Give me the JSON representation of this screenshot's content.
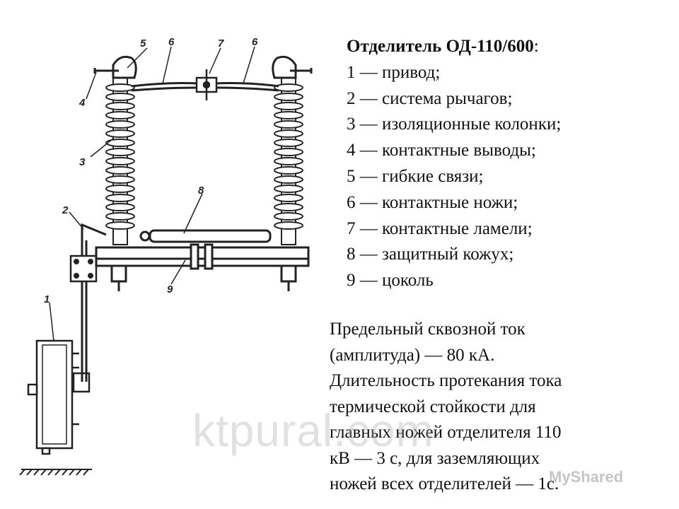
{
  "diagram": {
    "callouts": [
      "5",
      "6",
      "7",
      "6",
      "4",
      "3",
      "8",
      "2",
      "9",
      "1"
    ]
  },
  "legend": {
    "title": "Отделитель ОД-110/600",
    "title_suffix": ":",
    "items": [
      "1 — привод;",
      "2 — система рычагов;",
      "3 — изоляционные колонки;",
      "4 — контактные выводы;",
      "5 — гибкие связи;",
      "6 — контактные ножи;",
      "7 — контактные ламели;",
      "8 — защитный кожух;",
      "9 — цоколь"
    ]
  },
  "specs": {
    "lines": [
      "Предельный сквозной ток",
      "(амплитуда) — 80 кА.",
      "Длительность протекания тока",
      "термической стойкости для",
      "главных ножей отделителя 110",
      "кВ — 3 с, для заземляющих",
      "ножей всех отделителей — 1с."
    ]
  },
  "watermark": "ktpural.com",
  "logo": "MyShared"
}
